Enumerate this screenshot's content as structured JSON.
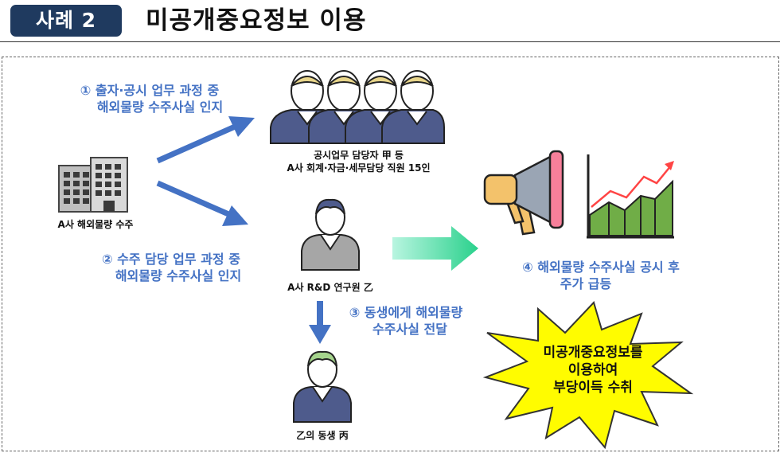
{
  "header": {
    "badge": "사례 2",
    "title": "미공개중요정보 이용"
  },
  "flow": {
    "step1_line1": "① 출자·공시 업무 과정 중",
    "step1_line2": "해외물량 수주사실 인지",
    "step2_line1": "② 수주 담당 업무 과정 중",
    "step2_line2": "해외물량 수주사실 인지",
    "step3_line1": "③ 동생에게 해외물량",
    "step3_line2": "수주사실 전달",
    "step4_line1": "④ 해외물량 수주사실 공시 후",
    "step4_line2": "주가 급등"
  },
  "entities": {
    "company": "A사 해외물량 수주",
    "group_line1": "공시업무 담당자 甲 등",
    "group_line2": "A사 회계·자금·세무담당 직원 15인",
    "researcher": "A사 R&D 연구원 乙",
    "sibling": "乙의 동생 丙"
  },
  "burst": {
    "line1": "미공개중요정보를",
    "line2": "이용하여",
    "line3": "부당이득 수취"
  },
  "colors": {
    "badge": "#1f3a5f",
    "arrow_blue": "#4472c4",
    "arrow_green": "#43d69c",
    "person_body": "#4e5b8c",
    "burst_fill": "#fffc00",
    "chart_green": "#70ad47",
    "chart_red": "#ff4444"
  }
}
